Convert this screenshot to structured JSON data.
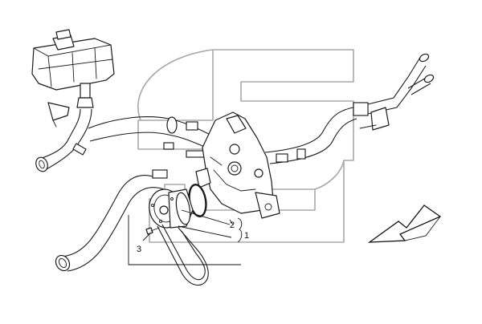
{
  "callouts": [
    {
      "id": "part-1",
      "label": "1"
    },
    {
      "id": "part-2",
      "label": "2"
    },
    {
      "id": "part-3",
      "label": "3"
    }
  ],
  "colors": {
    "line": "#1a1a1a",
    "watermark": "#a8a8a8",
    "background": "#ffffff"
  },
  "icons": {
    "direction": "arrow-down-left-icon"
  }
}
